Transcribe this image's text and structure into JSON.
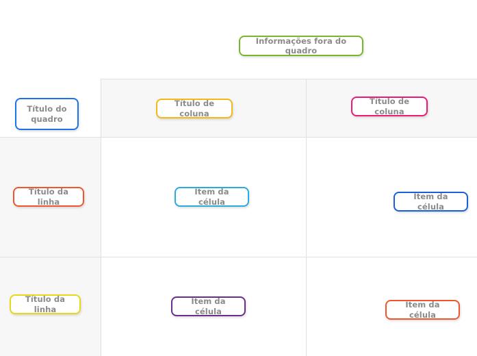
{
  "board": {
    "outside_note": {
      "label": "Informações fora do quadro",
      "color": "#76b82a"
    },
    "board_title": {
      "label": "Título do\nquadro",
      "color": "#1a73e8"
    },
    "column_headers": [
      {
        "label": "Título de coluna",
        "color": "#f5b719"
      },
      {
        "label": "Título de coluna",
        "color": "#ec1a74"
      }
    ],
    "row_headers": [
      {
        "label": "Título da linha",
        "color": "#f2552c"
      },
      {
        "label": "Título da linha",
        "color": "#e8d81c"
      }
    ],
    "cells": [
      {
        "label": "Item da célula",
        "color": "#29abe2",
        "row": 1,
        "col": 1
      },
      {
        "label": "Item da célula",
        "color": "#1a5ed8",
        "row": 1,
        "col": 2
      },
      {
        "label": "Item da célula",
        "color": "#6a2c91",
        "row": 2,
        "col": 1
      },
      {
        "label": "Item da célula",
        "color": "#f2552c",
        "row": 2,
        "col": 2
      }
    ],
    "colors": {
      "grid_line": "#e0e0e0",
      "header_bg": "#f7f7f7",
      "cell_bg": "#ffffff",
      "chip_text": "#8a8a8a"
    }
  }
}
